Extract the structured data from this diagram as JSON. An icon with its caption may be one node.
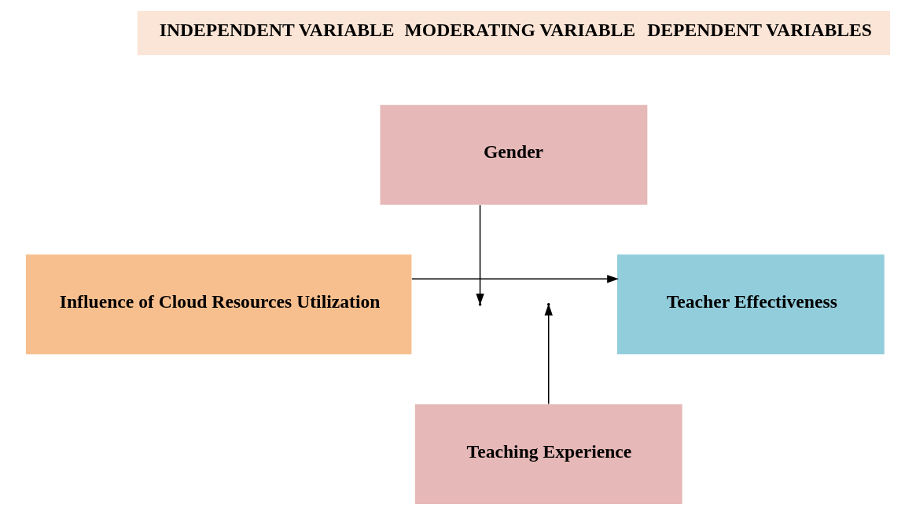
{
  "diagram": {
    "nodes": [
      {
        "text": [
          "INDEPENDENT VARIABLE",
          "MODERATING VARIABLE",
          "DEPENDENT VARIABLES"
        ]
      },
      {
        "text": [
          "Influence of Cloud Resources Utilization"
        ]
      },
      {
        "text": [
          "Gender"
        ]
      },
      {
        "text": [
          "Teaching Experience"
        ]
      },
      {
        "text": [
          "Teacher Effectiveness"
        ]
      }
    ],
    "edges": [
      {
        "from": 1,
        "to": 4,
        "arrow": "to"
      },
      {
        "from": 2,
        "to": null,
        "arrow": "to"
      },
      {
        "from": 3,
        "to": null,
        "arrow": "to"
      }
    ]
  }
}
